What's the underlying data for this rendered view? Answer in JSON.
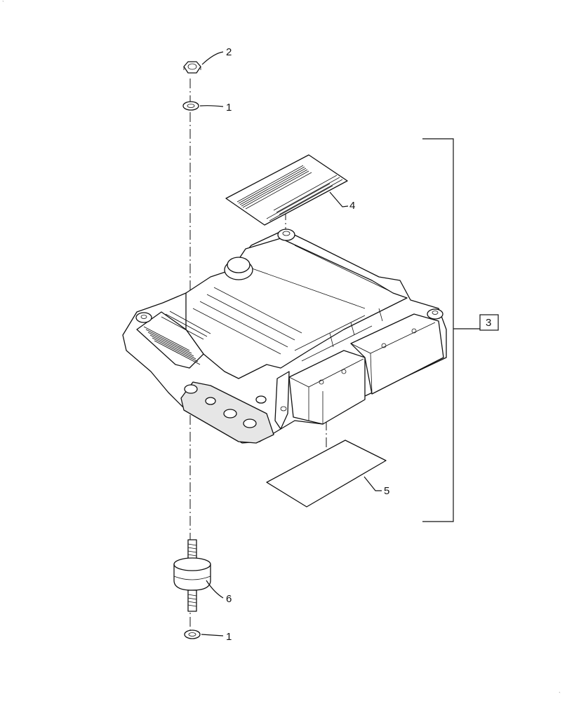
{
  "diagram": {
    "corner_marks": [
      "`",
      "`"
    ],
    "callouts": [
      {
        "id": "washer-top",
        "label": "1"
      },
      {
        "id": "nut",
        "label": "2"
      },
      {
        "id": "ecu-assembly",
        "label": "3"
      },
      {
        "id": "label-decal",
        "label": "4"
      },
      {
        "id": "pad",
        "label": "5"
      },
      {
        "id": "isolator",
        "label": "6"
      },
      {
        "id": "washer-bottom",
        "label": "1"
      }
    ]
  }
}
